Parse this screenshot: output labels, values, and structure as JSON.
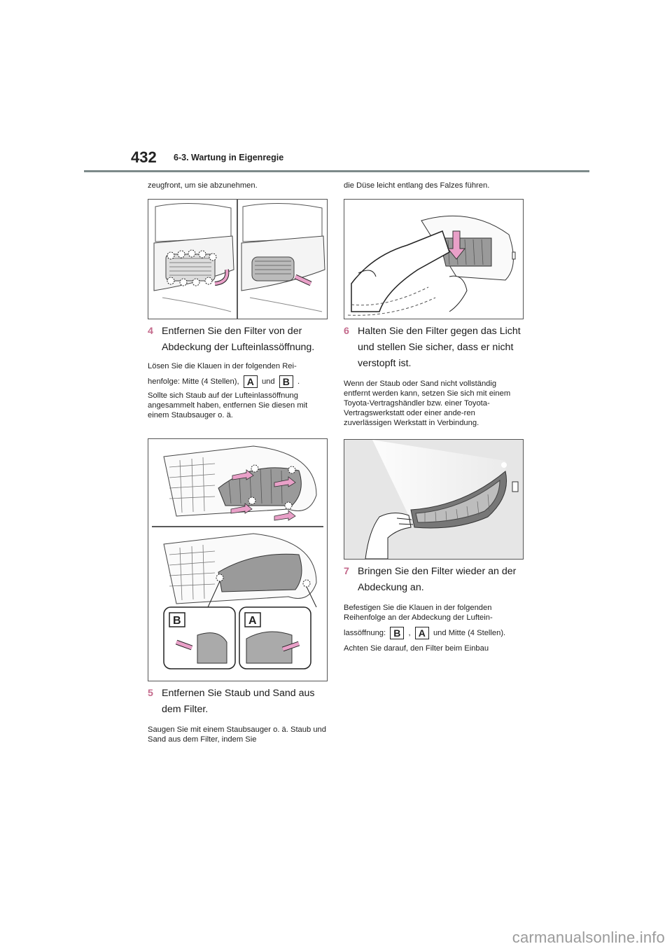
{
  "header": {
    "page_number": "432",
    "section": "6-3. Wartung in Eigenregie"
  },
  "left": {
    "intro": "zeugfront, um sie abzunehmen.",
    "step4": {
      "number": "4",
      "title": "Entfernen Sie den Filter von der Abdeckung der Lufteinlassöffnung."
    },
    "step4_text1_a": "Lösen Sie die Klauen in der folgenden Rei-",
    "step4_text1_b": "henfolge: Mitte (4 Stellen),",
    "step4_text1_c": "und",
    "step4_text1_d": ".",
    "step4_text2": "Sollte sich Staub auf der Lufteinlassöffnung angesammelt haben, entfernen Sie diesen mit einem Staubsauger o. ä.",
    "step5": {
      "number": "5",
      "title": "Entfernen Sie Staub und Sand aus dem Filter."
    },
    "step5_text": "Saugen Sie mit einem Staubsauger o. ä. Staub und Sand aus dem Filter, indem Sie"
  },
  "right": {
    "intro": "die Düse leicht entlang des Falzes führen.",
    "step6": {
      "number": "6",
      "title": "Halten Sie den Filter gegen das Licht und stellen Sie sicher, dass er nicht verstopft ist."
    },
    "step6_text": "Wenn der Staub oder Sand nicht vollständig entfernt werden kann, setzen Sie sich mit einem Toyota-Vertragshändler bzw. einer Toyota-Vertragswerkstatt oder einer ande-ren zuverlässigen Werkstatt in Verbindung.",
    "step7": {
      "number": "7",
      "title": "Bringen Sie den Filter wieder an der Abdeckung an."
    },
    "step7_text1": "Befestigen Sie die Klauen in der folgenden Reihenfolge an der Abdeckung der Luftein-",
    "step7_text2_a": "lassöffnung:",
    "step7_text2_b": ",",
    "step7_text2_c": "und Mitte (4 Stellen).",
    "step7_text3": "Achten Sie darauf, den Filter beim Einbau"
  },
  "labels": {
    "a": "A",
    "b": "B"
  },
  "watermark": "carmanualsonline.info",
  "colors": {
    "step_number": "#c46a8c",
    "header_rule": "#7d8a8a",
    "arrow_pink": "#e9a0c8"
  }
}
